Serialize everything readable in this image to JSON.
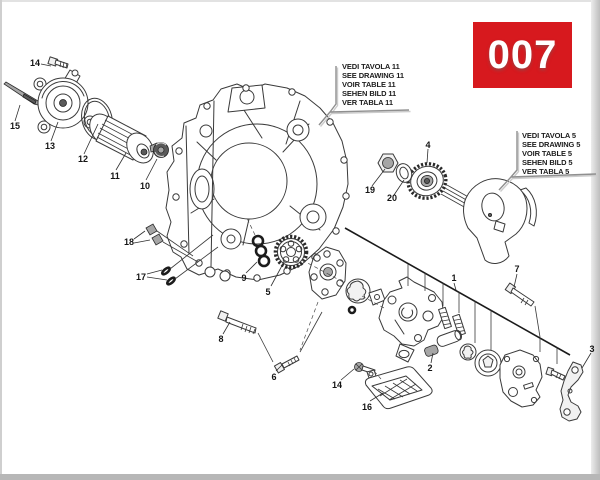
{
  "page": {
    "badge": "007"
  },
  "callouts": {
    "drawing11": {
      "lines": [
        "VEDI TAVOLA 11",
        "SEE DRAWING 11",
        "VOIR TABLE 11",
        "SEHEN BILD 11",
        "VER TABLA 11"
      ]
    },
    "drawing5": {
      "lines": [
        "VEDI TAVOLA 5",
        "SEE DRAWING 5",
        "VOIR TABLE 5",
        "SEHEN BILD 5",
        "VER TABLA 5"
      ]
    }
  },
  "diagram": {
    "part_labels": [
      "1",
      "2",
      "3",
      "4",
      "5",
      "6",
      "7",
      "8",
      "9",
      "10",
      "11",
      "12",
      "13",
      "14",
      "15",
      "16",
      "17",
      "18",
      "19",
      "20"
    ]
  },
  "colors": {
    "badge_red": "#d7191e",
    "line_art": "#3a3a3a",
    "callout_gray": "#8f8f8f",
    "frame_gray": "#b7b7b7"
  }
}
